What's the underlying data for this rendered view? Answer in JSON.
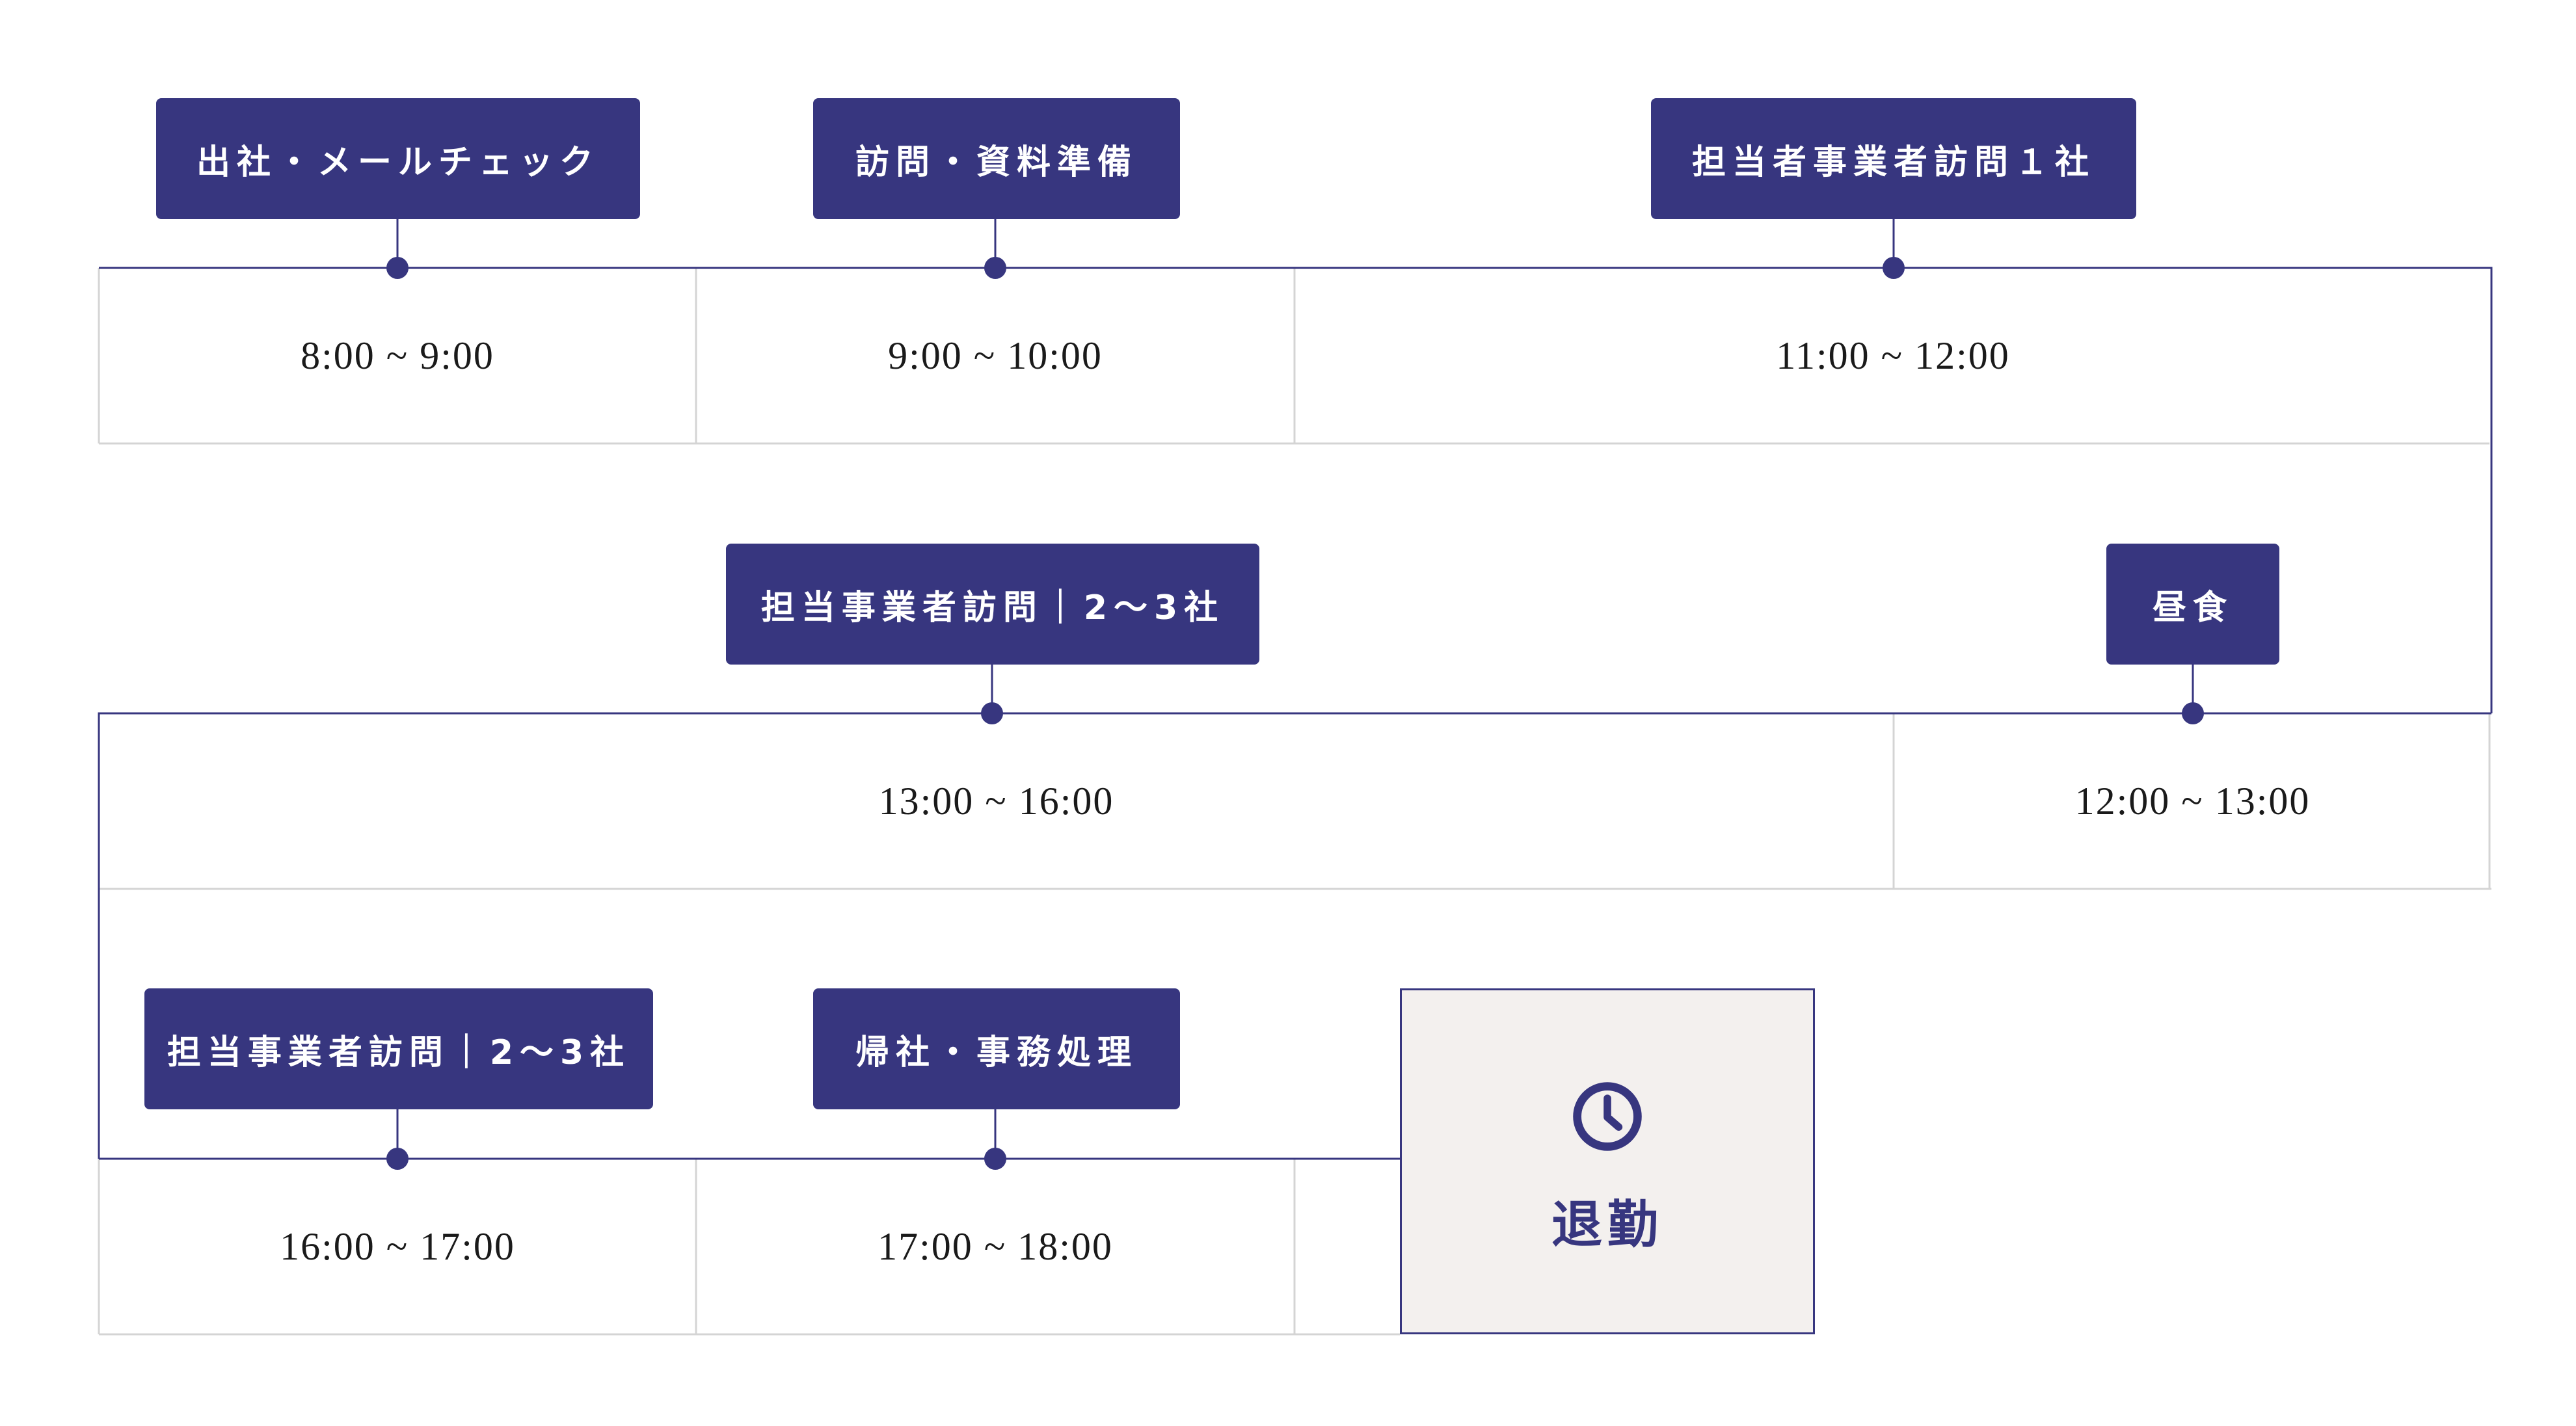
{
  "colors": {
    "accent": "#37367f",
    "end_card_bg": "#f3f0ee",
    "grid_line": "#d4d4d4"
  },
  "rows": [
    {
      "times": [
        "8:00 ~ 9:00",
        "9:00 ~ 10:00",
        "11:00 ~ 12:00"
      ],
      "tasks": [
        "出社・メールチェック",
        "訪問・資料準備",
        "担当者事業者訪問１社"
      ]
    },
    {
      "times": [
        "13:00 ~ 16:00",
        "12:00 ~ 13:00"
      ],
      "tasks": [
        "担当事業者訪問｜2〜3社",
        "昼食"
      ]
    },
    {
      "times": [
        "16:00 ~ 17:00",
        "17:00 ~ 18:00"
      ],
      "tasks": [
        "担当事業者訪問｜2〜3社",
        "帰社・事務処理"
      ]
    }
  ],
  "end": {
    "label": "退勤",
    "icon": "clock-icon"
  }
}
